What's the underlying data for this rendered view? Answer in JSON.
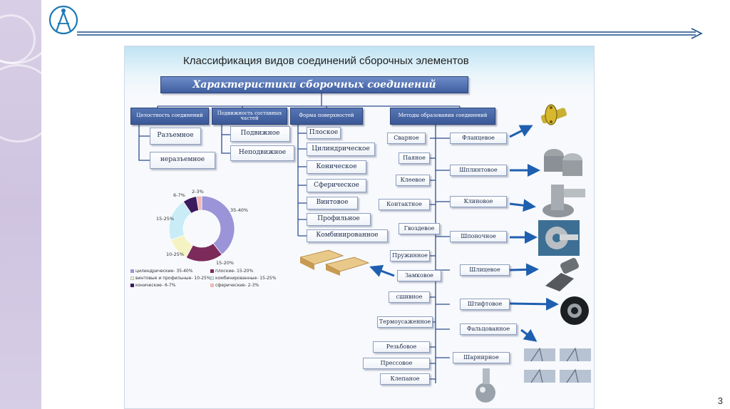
{
  "slide": {
    "number": "3"
  },
  "panel": {
    "title": "Классификация видов соединений сборочных элементов"
  },
  "main_heading": "Характеристики сборочных соединений",
  "categories": [
    "Целостность соединений",
    "Подвижность составных частей",
    "Форма поверхностей",
    "Методы образования соединений"
  ],
  "integrity": [
    "Разъемное",
    "неразъемное"
  ],
  "mobility": [
    "Подвижное",
    "Неподвижное"
  ],
  "surfaces": [
    "Плоское",
    "Цилиндрическое",
    "Коническое",
    "Сферическое",
    "Винтовое",
    "Профильное",
    "Комбинированное"
  ],
  "methods_left": [
    "Сварное",
    "Паяное",
    "Клеевое",
    "Контактное",
    "Гвоздевое",
    "Пружинное",
    "Замковое",
    "сшивное",
    "Термоусаженное",
    "Резьбовое",
    "Прессовое",
    "Клепаное"
  ],
  "methods_right": [
    "Фланцевое",
    "Шплинтовое",
    "Клиновое",
    "Шпоночное",
    "Шлицевое",
    "Штифтовое",
    "Фальцованное",
    "Шарнирное"
  ],
  "chart_data": {
    "type": "pie",
    "variant": "donut",
    "labels": [
      "цилиндрические",
      "плоские",
      "винтовые и профильные",
      "комбинированные",
      "конические",
      "сферические"
    ],
    "legend_text": [
      "цилиндрические- 35-40%",
      "плоские- 15-20%",
      "винтовые и профильные- 10-25%",
      "комбинированные- 15-25%",
      "конические- 6-7%",
      "сферические- 2-3%"
    ],
    "slice_labels": [
      "35-40%",
      "15-20%",
      "10-25%",
      "15-25%",
      "6-7%",
      "2-3%"
    ],
    "values": [
      37.5,
      17.5,
      11,
      20,
      6.5,
      2.5
    ],
    "colors": [
      "#9b94d8",
      "#7b2a5a",
      "#f5f3c4",
      "#c9ecf7",
      "#3b1a5e",
      "#f2b8b4"
    ]
  },
  "colors": {
    "connector": "#2e4d8e",
    "heading_fill": "#3f5ea0",
    "arrow": "#1f5fb0"
  }
}
